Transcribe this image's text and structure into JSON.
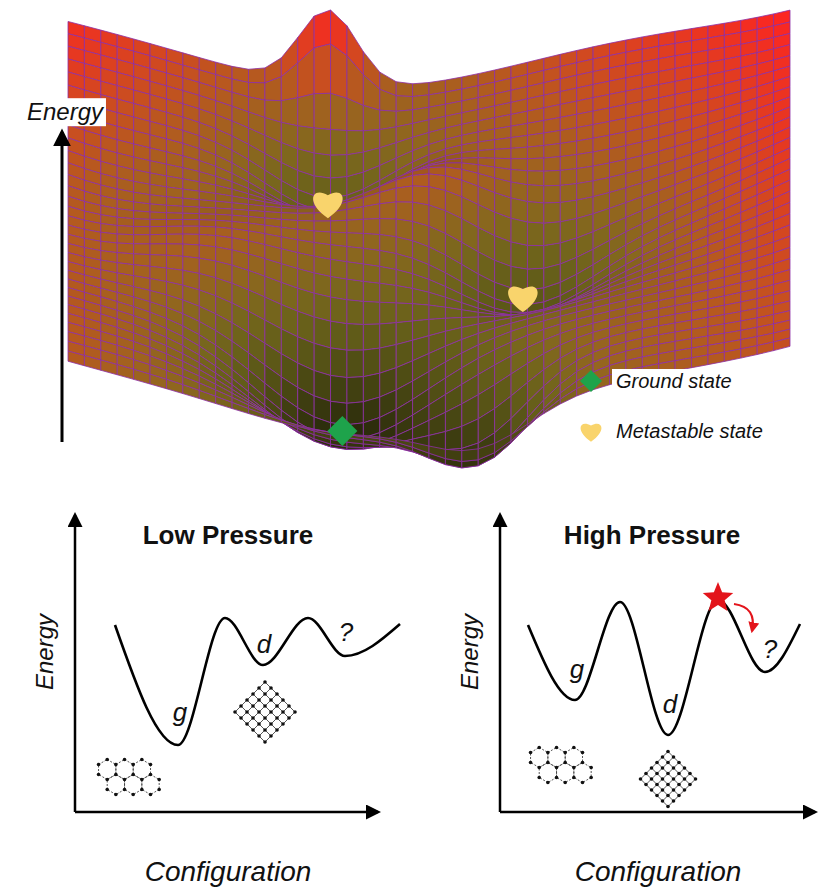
{
  "diagram": {
    "labels": [
      "Energy",
      "Low Pressure",
      "Energy",
      "Configuration",
      "g",
      "d",
      "?",
      "High Pressure",
      "Energy",
      "Configuration",
      "g",
      "d",
      "?"
    ],
    "legend": [
      {
        "text": "Ground state"
      },
      {
        "text": "Metastable state"
      }
    ]
  }
}
